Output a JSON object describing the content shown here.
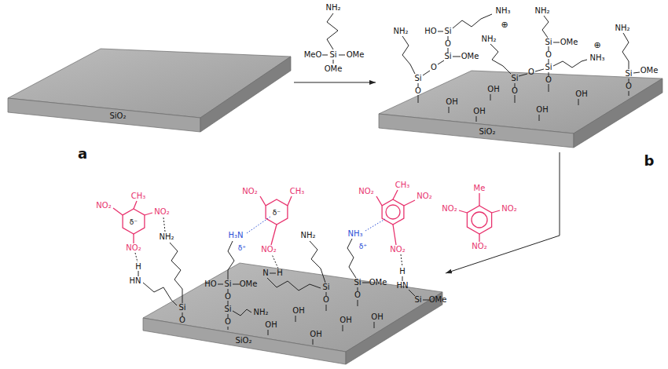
{
  "diagram": {
    "nodes": [
      {
        "text": [
          "SiO₂"
        ]
      },
      {
        "text": [
          "SiO₂"
        ]
      },
      {
        "text": [
          "SiO₂"
        ]
      }
    ],
    "edges": [
      {
        "from": 0,
        "to": 1,
        "arrow": "to"
      },
      {
        "from": 1,
        "to": 2,
        "arrow": "to"
      }
    ],
    "labels": [
      "a",
      "NH₂",
      "MeO",
      "Si",
      "OMe",
      "OMe",
      "b",
      "NH₂",
      "HO",
      "Si",
      "O",
      "Si",
      "OMe",
      "O",
      "Si",
      "O",
      "NH₃",
      "⊕",
      "NH₂",
      "Si",
      "O",
      "O",
      "NH₂",
      "Si",
      "OMe",
      "O",
      "Si",
      "O",
      "NH₃",
      "⊕",
      "NH₂",
      "Si",
      "OMe",
      "O",
      "OH",
      "OH",
      "OH",
      "OH",
      "OH",
      "Me",
      "NO₂",
      "NO₂",
      "NO₂",
      "CH₃",
      "NO₂",
      "NO₂",
      "NO₂",
      "δ⁻",
      "NH₂",
      "H",
      "HN",
      "Si",
      "O",
      "NO₂",
      "CH₃",
      "δ⁻",
      "NO₂",
      "H₃N",
      "δ⁺",
      "HO",
      "Si",
      "OMe",
      "O",
      "Si",
      "O",
      "NH₂",
      "NH₂",
      "N",
      "H",
      "Si",
      "O",
      "NO₂",
      "CH₃",
      "NO₂",
      "NO₂",
      "NH₃",
      "δ⁺",
      "Si",
      "OMe",
      "O",
      "H",
      "HN",
      "Si",
      "OMe",
      "OH",
      "OH",
      "OH",
      "OH",
      "OH"
    ]
  }
}
